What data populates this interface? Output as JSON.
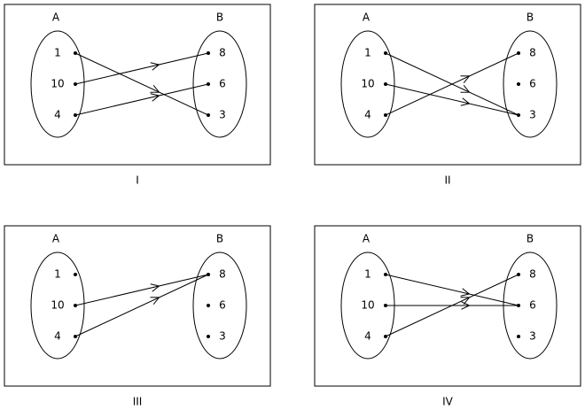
{
  "panels": [
    {
      "caption": "I",
      "set_a": {
        "label": "A",
        "elements": [
          "1",
          "10",
          "4"
        ]
      },
      "set_b": {
        "label": "B",
        "elements": [
          "8",
          "6",
          "3"
        ]
      },
      "mappings": [
        {
          "from": "1",
          "to": "3"
        },
        {
          "from": "10",
          "to": "8"
        },
        {
          "from": "4",
          "to": "6"
        }
      ]
    },
    {
      "caption": "II",
      "set_a": {
        "label": "A",
        "elements": [
          "1",
          "10",
          "4"
        ]
      },
      "set_b": {
        "label": "B",
        "elements": [
          "8",
          "6",
          "3"
        ]
      },
      "mappings": [
        {
          "from": "1",
          "to": "3"
        },
        {
          "from": "10",
          "to": "3"
        },
        {
          "from": "4",
          "to": "8"
        }
      ]
    },
    {
      "caption": "III",
      "set_a": {
        "label": "A",
        "elements": [
          "1",
          "10",
          "4"
        ]
      },
      "set_b": {
        "label": "B",
        "elements": [
          "8",
          "6",
          "3"
        ]
      },
      "mappings": [
        {
          "from": "10",
          "to": "8"
        },
        {
          "from": "4",
          "to": "8"
        }
      ]
    },
    {
      "caption": "IV",
      "set_a": {
        "label": "A",
        "elements": [
          "1",
          "10",
          "4"
        ]
      },
      "set_b": {
        "label": "B",
        "elements": [
          "8",
          "6",
          "3"
        ]
      },
      "mappings": [
        {
          "from": "1",
          "to": "6"
        },
        {
          "from": "10",
          "to": "6"
        },
        {
          "from": "4",
          "to": "8"
        }
      ]
    }
  ]
}
